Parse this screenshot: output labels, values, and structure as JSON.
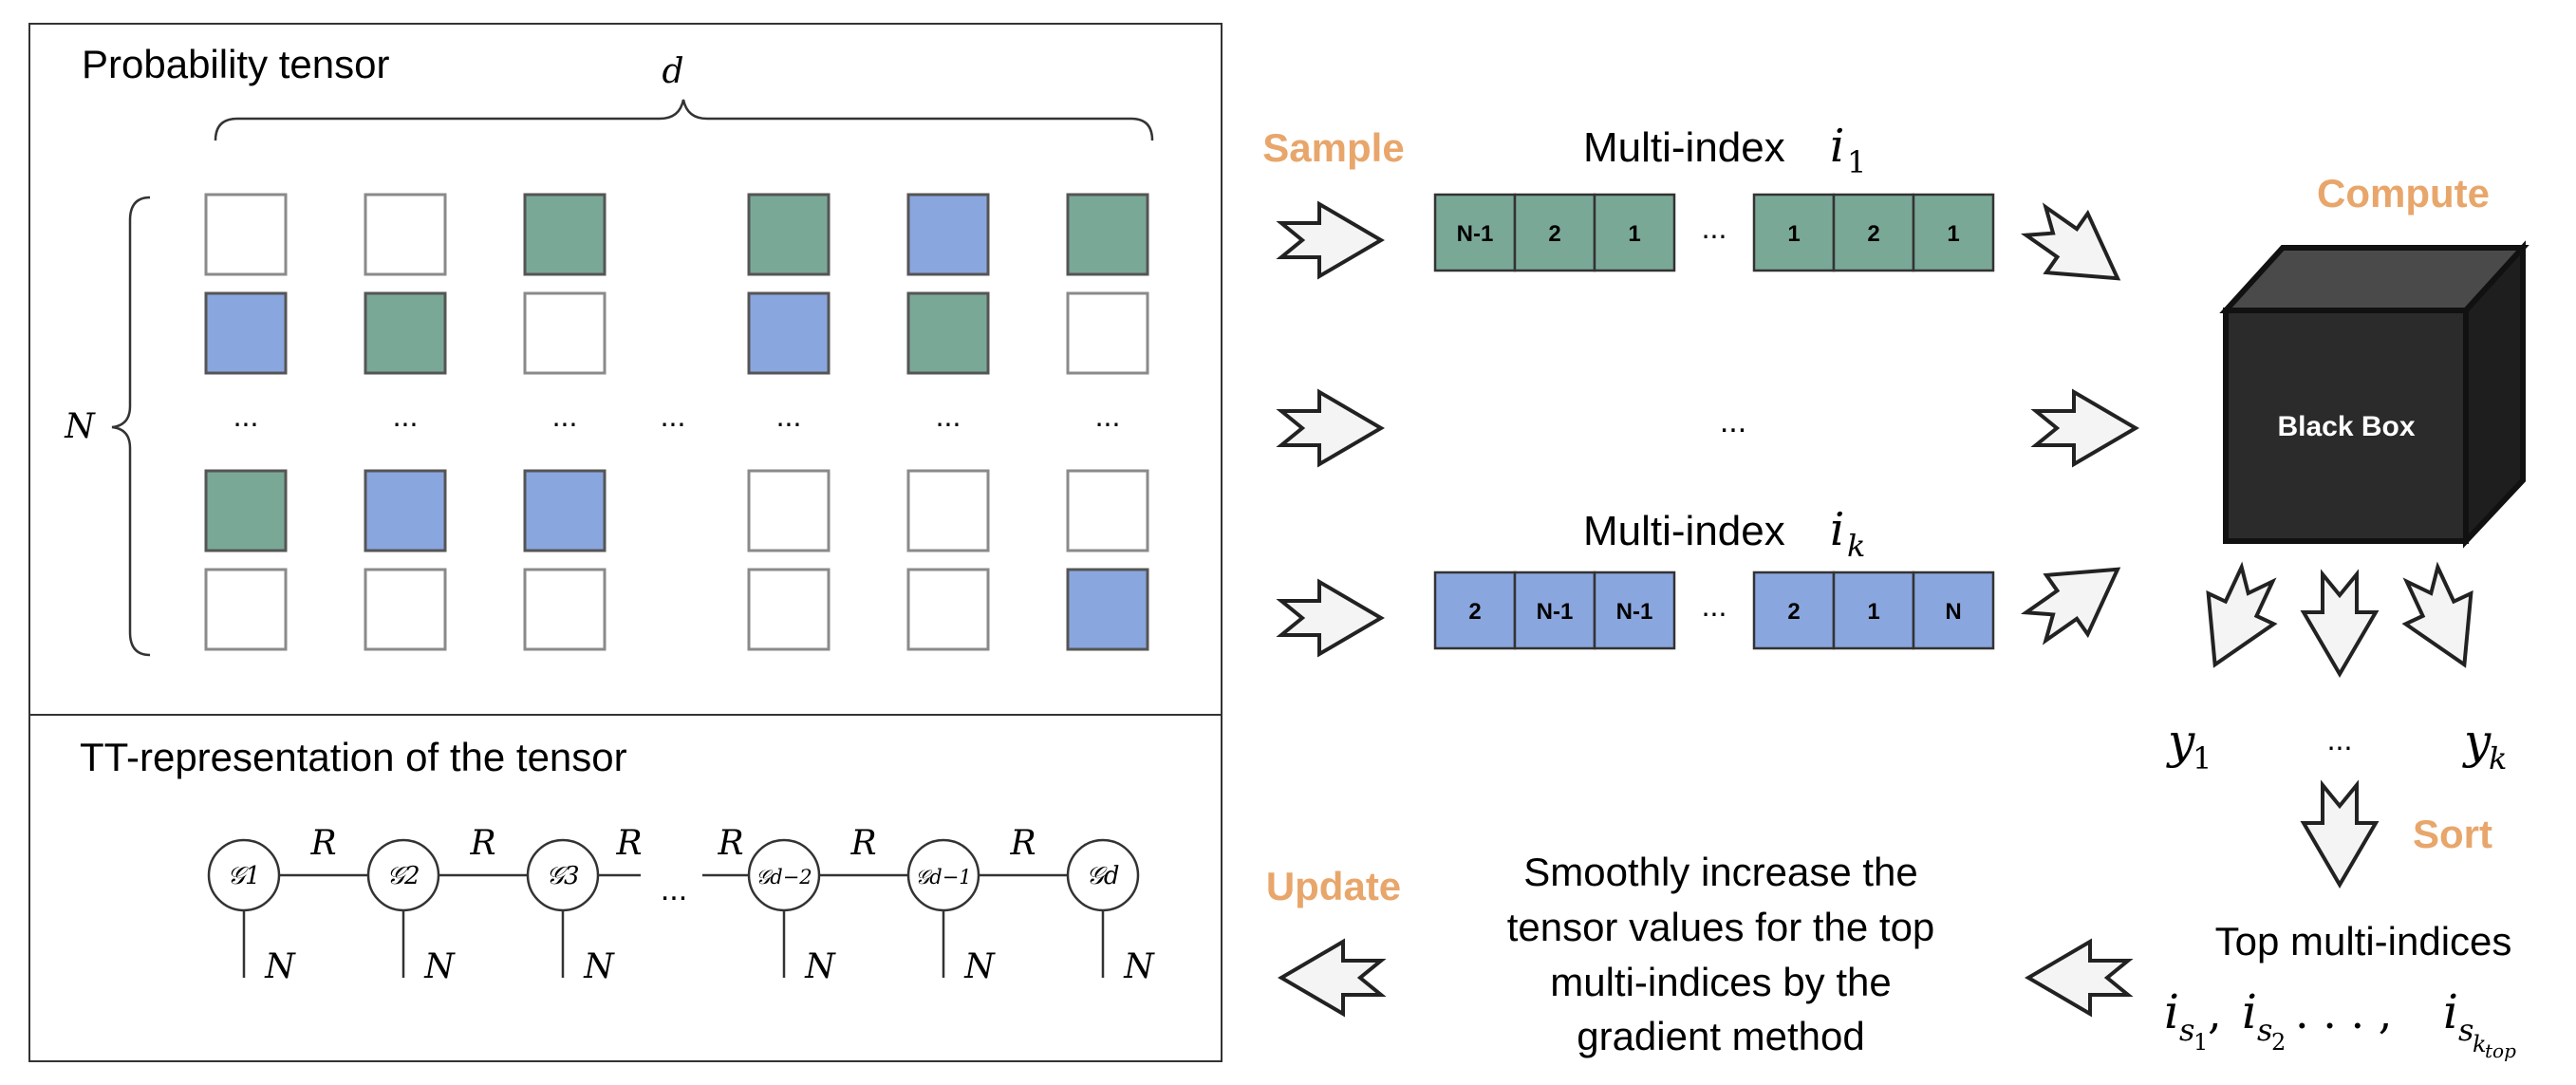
{
  "colors": {
    "green": "#7aa897",
    "blue": "#8aa6de",
    "empty": "#ffffff",
    "accent": "#e8a66b",
    "black_box": "#2b2b2b",
    "arrow_fill": "#f4f4f4"
  },
  "icons": [
    "right-arrow-icon",
    "down-arrow-icon",
    "left-arrow-icon",
    "black-box-cube-icon"
  ],
  "tensor_panel": {
    "title": "Probability tensor",
    "dim_label": "d",
    "row_label": "N",
    "ellipsis": "...",
    "grid": [
      [
        "empty",
        "empty",
        "green",
        "gap",
        "green",
        "blue",
        "green"
      ],
      [
        "blue",
        "green",
        "empty",
        "gap",
        "blue",
        "green",
        "empty"
      ],
      [
        "dots",
        "dots",
        "dots",
        "dots",
        "dots",
        "dots",
        "dots"
      ],
      [
        "green",
        "blue",
        "blue",
        "gap",
        "empty",
        "empty",
        "empty"
      ],
      [
        "empty",
        "empty",
        "empty",
        "gap",
        "empty",
        "empty",
        "blue"
      ]
    ]
  },
  "tt_panel": {
    "title": "TT-representation of the tensor",
    "cores": [
      "𝒢1",
      "𝒢2",
      "𝒢3",
      "𝒢d−2",
      "𝒢d−1",
      "𝒢d"
    ],
    "rank_label": "R",
    "mode_label": "N",
    "ellipsis": "..."
  },
  "steps": {
    "sample": "Sample",
    "compute": "Compute",
    "sort": "Sort",
    "update": "Update"
  },
  "multi_index_1": {
    "label": "Multi-index",
    "symbol": "i",
    "subscript": "1",
    "left_cells": [
      "N-1",
      "2",
      "1"
    ],
    "right_cells": [
      "1",
      "2",
      "1"
    ],
    "ellipsis": "..."
  },
  "multi_index_k": {
    "label": "Multi-index",
    "symbol": "i",
    "subscript": "k",
    "left_cells": [
      "2",
      "N-1",
      "N-1"
    ],
    "right_cells": [
      "2",
      "1",
      "N"
    ],
    "ellipsis": "..."
  },
  "middle_ellipsis": "...",
  "black_box": {
    "label": "Black Box"
  },
  "outputs": {
    "first": "y1",
    "first_sym": "y",
    "first_sub": "1",
    "ellipsis": "...",
    "last_sym": "y",
    "last_sub": "k"
  },
  "top": {
    "label": "Top multi-indices",
    "formula_sym": "i",
    "s_sub": "s",
    "subs": [
      "1",
      "2"
    ],
    "ktop": "k",
    "top": "top",
    "sep": ", ",
    "dots": ". . . ,"
  },
  "update_text": [
    "Smoothly increase the",
    "tensor values for the top",
    "multi-indices by the",
    "gradient method"
  ]
}
